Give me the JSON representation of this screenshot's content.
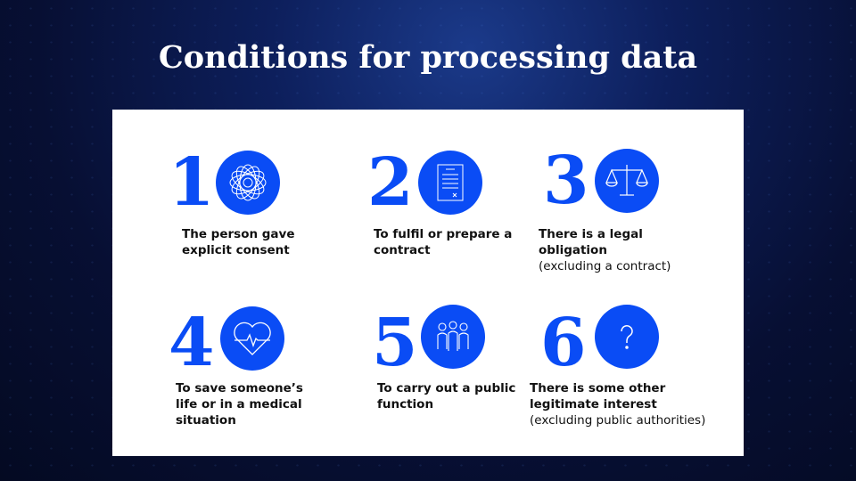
{
  "title": "Conditions for processing data",
  "items": [
    {
      "number": "1",
      "icon": "flower-of-life-icon",
      "text": "The person gave explicit consent",
      "note": ""
    },
    {
      "number": "2",
      "icon": "document-icon",
      "text": "To fulfil or prepare a contract",
      "note": ""
    },
    {
      "number": "3",
      "icon": "scales-icon",
      "text": "There is a legal obligation",
      "note": "(excluding a contract)"
    },
    {
      "number": "4",
      "icon": "heart-pulse-icon",
      "text": "To save someone’s life or in a medical situation",
      "note": ""
    },
    {
      "number": "5",
      "icon": "people-group-icon",
      "text": "To carry out a public function",
      "note": ""
    },
    {
      "number": "6",
      "icon": "question-mark-icon",
      "text": "There is some other legitimate interest",
      "note": "(excluding public authorities)"
    }
  ],
  "colors": {
    "accent": "#0a4cf5"
  }
}
